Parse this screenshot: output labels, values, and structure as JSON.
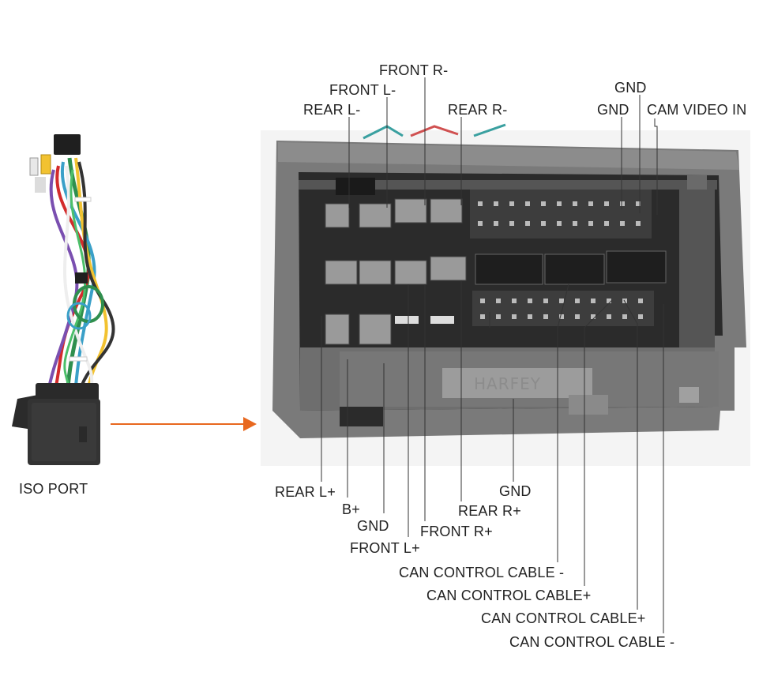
{
  "harness_label": "ISO PORT",
  "brand": "HARFEY",
  "arrow_color": "#e8681f",
  "top_labels": {
    "front_r_minus": "FRONT R-",
    "front_l_minus": "FRONT L-",
    "rear_l_minus": "REAR L-",
    "rear_r_minus": "REAR R-",
    "gnd_1": "GND",
    "gnd_2": "GND",
    "cam_video_in": "CAM VIDEO IN"
  },
  "bottom_labels": {
    "rear_l_plus": "REAR L+",
    "b_plus": "B+",
    "gnd_left": "GND",
    "front_l_plus": "FRONT L+",
    "front_r_plus": "FRONT R+",
    "rear_r_plus": "REAR R+",
    "gnd_right": "GND",
    "can_1": "CAN CONTROL CABLE -",
    "can_2": "CAN CONTROL CABLE+",
    "can_3": "CAN CONTROL CABLE+",
    "can_4": "CAN CONTROL CABLE -"
  }
}
